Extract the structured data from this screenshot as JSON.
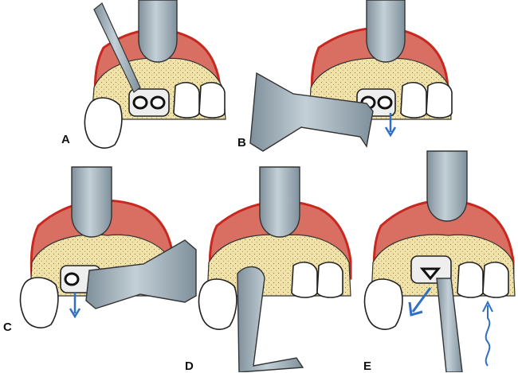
{
  "panels": [
    {
      "label": "A",
      "tool": "elevator"
    },
    {
      "label": "B",
      "tool": "forceps"
    },
    {
      "label": "C",
      "tool": "forceps"
    },
    {
      "label": "D",
      "tool": "forceps"
    },
    {
      "label": "E",
      "tool": "forceps"
    }
  ],
  "colors": {
    "gingiva": "#d96f63",
    "gingiva_edge": "#c8281f",
    "bone": "#f0e2a8",
    "tooth": "#ffffff",
    "instrument": "#9fb0ba",
    "instrument_dark": "#6d7e89",
    "arrow": "#2f6fc4"
  },
  "icons": [
    "dental-elevator-icon",
    "extraction-forceps-icon",
    "molar-tooth-icon",
    "rotation-arrow-icon"
  ]
}
